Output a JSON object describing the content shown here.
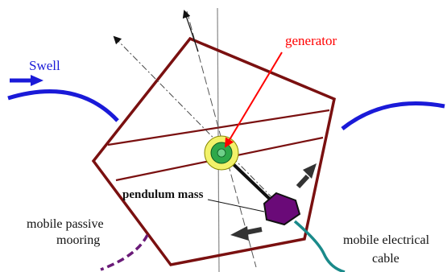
{
  "labels": {
    "swell": "Swell",
    "generator": "generator",
    "pendulum_mass": "pendulum mass",
    "mooring_line1": "mobile passive",
    "mooring_line2": "mooring",
    "cable_line1": "mobile electrical",
    "cable_line2": "cable"
  },
  "colors": {
    "hull": "#7a1010",
    "swell": "#1a1ad8",
    "generator_label": "#ff0000",
    "generator_ring": "#f2f26a",
    "generator_core": "#2ea84a",
    "pendulum_mass": "#6a0a78",
    "mooring": "#6a1a78",
    "cable": "#1a8a8a",
    "arrows": "#333333"
  }
}
